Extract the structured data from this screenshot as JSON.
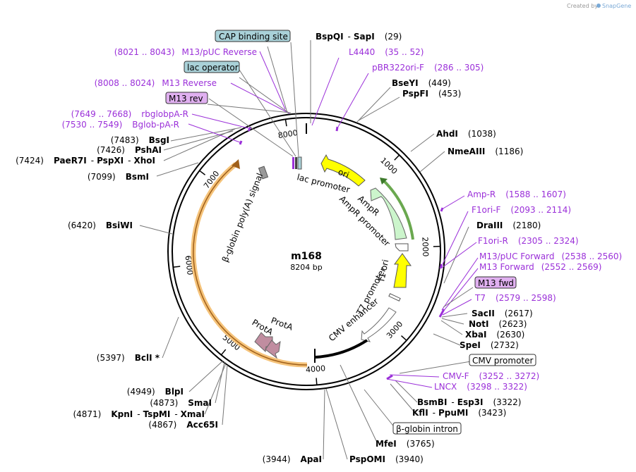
{
  "credit": {
    "prefix": "Created by",
    "brand": "SnapGene"
  },
  "plasmid": {
    "name": "m168",
    "size": "8204 bp"
  },
  "ticks": [
    "1000",
    "2000",
    "3000",
    "4000",
    "5000",
    "6000",
    "7000",
    "8000"
  ],
  "colors": {
    "purple": "#9b30d9",
    "ampr": "#ccf5cc",
    "ori": "#ffff00",
    "polyA": "#f5c37a",
    "protA": "#c08da0",
    "boxTeal": "#a9d1d8",
    "boxPurple": "#e0b0f0"
  },
  "sites": {
    "bspqi": {
      "name": "BspQI",
      "sep": "-",
      "name2": "SapI",
      "pos": "(29)"
    },
    "bseyi": {
      "name": "BseYI",
      "pos": "(449)"
    },
    "pspfi": {
      "name": "PspFI",
      "pos": "(453)"
    },
    "ahdi": {
      "name": "AhdI",
      "pos": "(1038)"
    },
    "nmeaiii": {
      "name": "NmeAIII",
      "pos": "(1186)"
    },
    "draiii": {
      "name": "DraIII",
      "pos": "(2180)"
    },
    "sacii": {
      "name": "SacII",
      "pos": "(2617)"
    },
    "noti": {
      "name": "NotI",
      "pos": "(2623)"
    },
    "xbai": {
      "name": "XbaI",
      "pos": "(2630)"
    },
    "spei": {
      "name": "SpeI",
      "pos": "(2732)"
    },
    "bsmbi": {
      "name": "BsmBI",
      "sep": "-",
      "name2": "Esp3I",
      "pos": "(3322)"
    },
    "kfli": {
      "name": "KflI",
      "sep": "-",
      "name2": "PpuMI",
      "pos": "(3423)"
    },
    "mfei": {
      "name": "MfeI",
      "pos": "(3765)"
    },
    "pspomi": {
      "name": "PspOMI",
      "pos": "(3940)"
    },
    "apai": {
      "pos": "(3944)",
      "name": "ApaI"
    },
    "acc65i": {
      "pos": "(4867)",
      "name": "Acc65I"
    },
    "kpni": {
      "pos": "(4871)",
      "name": "KpnI",
      "sep": "-",
      "name2": "TspMI",
      "sep2": "-",
      "name3": "XmaI"
    },
    "smai": {
      "pos": "(4873)",
      "name": "SmaI"
    },
    "blpi": {
      "pos": "(4949)",
      "name": "BlpI"
    },
    "bcli": {
      "pos": "(5397)",
      "name": "BclI *"
    },
    "bsiwi": {
      "pos": "(6420)",
      "name": "BsiWI"
    },
    "bsmi": {
      "pos": "(7099)",
      "name": "BsmI"
    },
    "paer7i": {
      "pos": "(7424)",
      "name": "PaeR7I",
      "sep": "-",
      "name2": "PspXI",
      "sep2": "-",
      "name3": "XhoI"
    },
    "pshai": {
      "pos": "(7426)",
      "name": "PshAI"
    },
    "bsgi": {
      "pos": "(7483)",
      "name": "BsgI"
    }
  },
  "primers": {
    "l4440": {
      "name": "L4440",
      "pos": "(35 .. 52)"
    },
    "pbr322": {
      "name": "pBR322ori-F",
      "pos": "(286 .. 305)"
    },
    "ampr": {
      "name": "Amp-R",
      "pos": "(1588 .. 1607)"
    },
    "f1orif": {
      "name": "F1ori-F",
      "pos": "(2093 .. 2114)"
    },
    "f1orir": {
      "name": "F1ori-R",
      "pos": "(2305 .. 2324)"
    },
    "m13pucf": {
      "name": "M13/pUC Forward",
      "pos": "(2538 .. 2560)"
    },
    "m13f": {
      "name": "M13 Forward",
      "pos": "(2552 .. 2569)"
    },
    "t7": {
      "name": "T7",
      "pos": "(2579 .. 2598)"
    },
    "cmvf": {
      "name": "CMV-F",
      "pos": "(3252 .. 3272)"
    },
    "lncx": {
      "name": "LNCX",
      "pos": "(3298 .. 3322)"
    },
    "m13pucr": {
      "pos": "(8021 .. 8043)",
      "name": "M13/pUC Reverse"
    },
    "m13r": {
      "pos": "(8008 .. 8024)",
      "name": "M13 Reverse"
    },
    "rbglob": {
      "pos": "(7649 .. 7668)",
      "name": "rbglobpA-R"
    },
    "bglob": {
      "pos": "(7530 .. 7549)",
      "name": "Bglob-pA-R"
    }
  },
  "boxes": {
    "cap": "CAP binding site",
    "lacop": "lac operator",
    "m13rev": "M13 rev",
    "m13fwd": "M13 fwd",
    "cmvprom": "CMV promoter",
    "bglobin": "β-globin intron"
  },
  "features": {
    "lacprom": "lac promoter",
    "ori": "ori",
    "ampr": "AmpR",
    "amprprom": "AmpR promoter",
    "f1ori": "f1 ori",
    "t7prom": "T7 promoter",
    "cmvenh": "CMV enhancer",
    "prota1": "ProtA",
    "prota2": "ProtA",
    "polya": "β-globin poly(A) signal"
  }
}
